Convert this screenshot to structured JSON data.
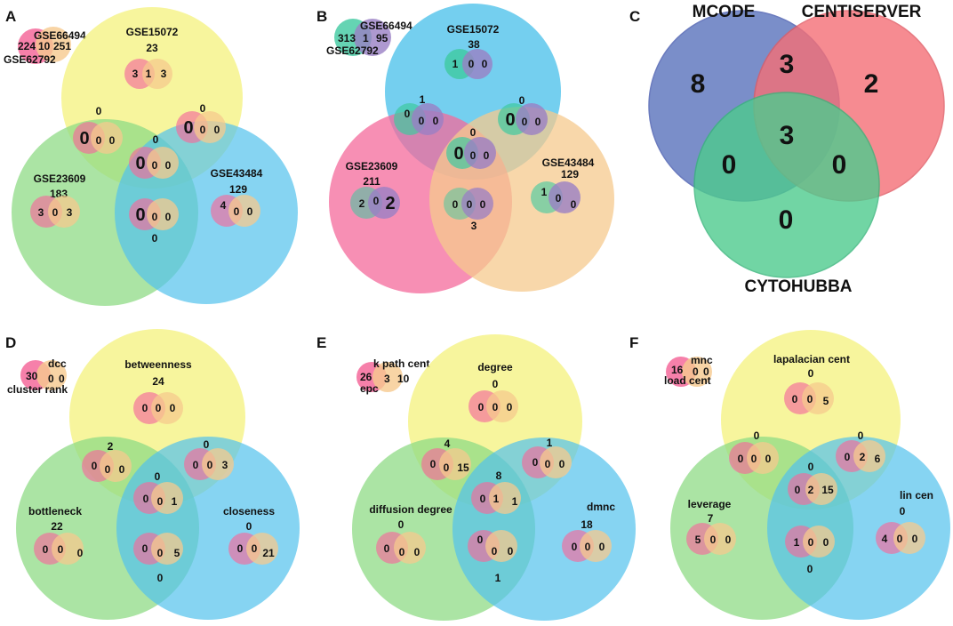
{
  "panels": {
    "a": {
      "label": "A",
      "mini": {
        "left_set": "GSE62792",
        "right_set": "GSE66494",
        "left_value": "224",
        "middle_value": "10",
        "right_value": "251"
      },
      "top": {
        "name": "GSE15072",
        "count": "23",
        "values": [
          "3",
          "1",
          "3"
        ]
      },
      "left": {
        "name": "GSE23609",
        "count": "183",
        "values": [
          "3",
          "0",
          "3"
        ]
      },
      "right": {
        "name": "GSE43484",
        "count": "129",
        "values": [
          "4",
          "0",
          "0"
        ]
      },
      "top_left": {
        "count": "0",
        "values": [
          "0",
          "0",
          "0"
        ]
      },
      "top_right": {
        "count": "0",
        "values": [
          "0",
          "0",
          "0"
        ]
      },
      "center": {
        "count": "0",
        "values": [
          "0",
          "0",
          "0"
        ]
      },
      "bottom": {
        "count": "0",
        "values": [
          "0",
          "0",
          "0"
        ]
      }
    },
    "b": {
      "label": "B",
      "mini": {
        "left_set": "GSE62792",
        "right_set": "GSE66494",
        "left_value": "313",
        "middle_value": "1",
        "right_value": "95"
      },
      "top": {
        "name": "GSE15072",
        "count": "38",
        "values": [
          "1",
          "0",
          "0"
        ]
      },
      "left": {
        "name": "GSE23609",
        "count": "211",
        "values": [
          "2",
          "0",
          "2"
        ]
      },
      "right": {
        "name": "GSE43484",
        "count": "129",
        "values": [
          "1",
          "0",
          "0"
        ]
      },
      "top_left": {
        "count": "1",
        "values": [
          "0",
          "0",
          "0"
        ]
      },
      "top_right": {
        "count": "0",
        "values": [
          "0",
          "0",
          "0"
        ]
      },
      "center": {
        "count": "0",
        "values": [
          "0",
          "0",
          "0"
        ]
      },
      "bottom": {
        "count": "3",
        "values": [
          "0",
          "0",
          "0"
        ]
      }
    },
    "c": {
      "label": "C",
      "sets": {
        "a": "MCODE",
        "b": "CENTISERVER",
        "c": "CYTOHUBBA"
      },
      "counts": {
        "a_only": "8",
        "b_only": "2",
        "c_only": "0",
        "ab": "3",
        "ac": "0",
        "bc": "0",
        "abc": "3"
      }
    },
    "d": {
      "label": "D",
      "mini": {
        "left_set": "cluster rank",
        "right_set": "dcc",
        "left_value": "30",
        "middle_value": "0",
        "right_value": "0"
      },
      "top": {
        "name": "betweenness",
        "count": "24",
        "values": [
          "0",
          "0",
          "0"
        ]
      },
      "left": {
        "name": "bottleneck",
        "count": "22",
        "values": [
          "0",
          "0",
          "0"
        ]
      },
      "right": {
        "name": "closeness",
        "count": "0",
        "values": [
          "0",
          "0",
          "21"
        ]
      },
      "top_left": {
        "count": "2",
        "values": [
          "0",
          "0",
          "0"
        ]
      },
      "top_right": {
        "count": "0",
        "values": [
          "0",
          "0",
          "3"
        ]
      },
      "center": {
        "count": "0",
        "values": [
          "0",
          "0",
          "1"
        ]
      },
      "bottom": {
        "count": "0",
        "values": [
          "0",
          "0",
          "5"
        ]
      }
    },
    "e": {
      "label": "E",
      "mini": {
        "left_set": "epc",
        "right_set": "k path cent",
        "left_value": "26",
        "middle_value": "3",
        "right_value": "10"
      },
      "top": {
        "name": "degree",
        "count": "0",
        "values": [
          "0",
          "0",
          "0"
        ]
      },
      "left": {
        "name": "diffusion degree",
        "count": "0",
        "values": [
          "0",
          "0",
          "0"
        ]
      },
      "right": {
        "name": "dmnc",
        "count": "18",
        "values": [
          "0",
          "0",
          "0"
        ]
      },
      "top_left": {
        "count": "4",
        "values": [
          "0",
          "0",
          "15"
        ]
      },
      "top_right": {
        "count": "1",
        "values": [
          "0",
          "0",
          "0"
        ]
      },
      "center": {
        "count": "8",
        "values": [
          "0",
          "1",
          "1"
        ]
      },
      "bottom": {
        "count": "1",
        "values": [
          "0",
          "0",
          "0"
        ]
      }
    },
    "f": {
      "label": "F",
      "mini": {
        "left_set": "load cent",
        "right_set": "mnc",
        "left_value": "16",
        "middle_value": "0",
        "right_value": "0"
      },
      "top": {
        "name": "lapalacian cent",
        "count": "0",
        "values": [
          "0",
          "0",
          "5"
        ]
      },
      "left": {
        "name": "leverage",
        "count": "7",
        "values": [
          "5",
          "0",
          "0"
        ]
      },
      "right": {
        "name": "lin cen",
        "count": "0",
        "values": [
          "4",
          "0",
          "0"
        ]
      },
      "top_left": {
        "count": "0",
        "values": [
          "0",
          "0",
          "0"
        ]
      },
      "top_right": {
        "count": "0",
        "values": [
          "0",
          "2",
          "6"
        ]
      },
      "center": {
        "count": "0",
        "values": [
          "0",
          "2",
          "15"
        ]
      },
      "bottom": {
        "count": "0",
        "values": [
          "1",
          "0",
          "0"
        ]
      }
    }
  },
  "colors": {
    "yellow": "#f4f173",
    "green": "#92db8a",
    "blue": "#5cc7ec",
    "pink": "#f46a9b",
    "orange": "#f6c98e",
    "teal": "#3ec9a0",
    "purple": "#9a7fc4",
    "mcode": "#6c82c4",
    "centiserver": "#f56f76",
    "cytohubba": "#5dcf9a"
  }
}
